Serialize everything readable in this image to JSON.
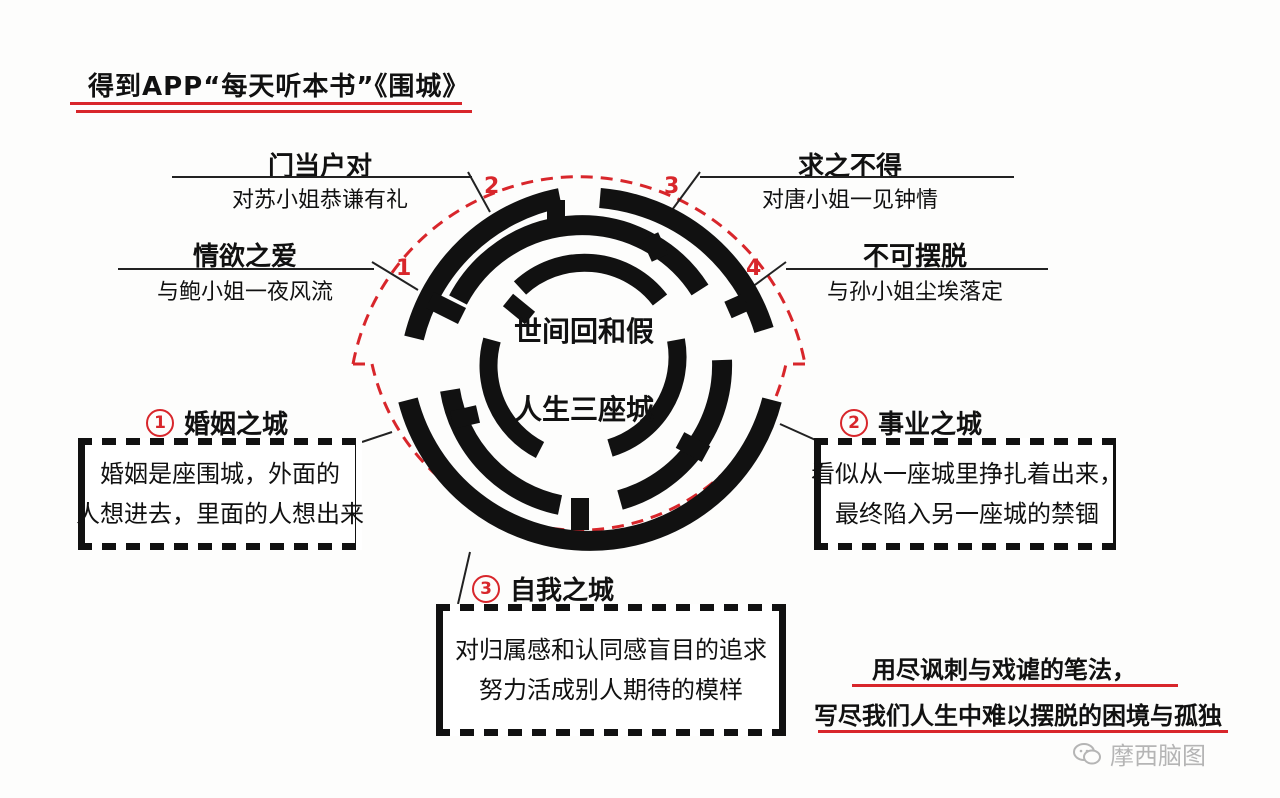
{
  "title": "得到APP“每天听本书”《围城》",
  "center": {
    "line1": "世间回和假",
    "line2": "人生三座城"
  },
  "topics": [
    {
      "num": "1",
      "name": "情欲之爱",
      "desc": "与鲍小姐一夜风流"
    },
    {
      "num": "2",
      "name": "门当户对",
      "desc": "对苏小姐恭谦有礼"
    },
    {
      "num": "3",
      "name": "求之不得",
      "desc": "对唐小姐一见钟情"
    },
    {
      "num": "4",
      "name": "不可摆脱",
      "desc": "与孙小姐尘埃落定"
    }
  ],
  "cities": [
    {
      "num": "1",
      "title": "婚姻之城",
      "lines": [
        "婚姻是座围城，外面的",
        "人想进去，里面的人想出来"
      ]
    },
    {
      "num": "2",
      "title": "事业之城",
      "lines": [
        "看似从一座城里挣扎着出来，",
        "最终陷入另一座城的禁锢"
      ]
    },
    {
      "num": "3",
      "title": "自我之城",
      "lines": [
        "对归属感和认同感盲目的追求",
        "努力活成别人期待的模样"
      ]
    }
  ],
  "quote": {
    "line1": "用尽讽刺与戏谑的笔法，",
    "line2": "写尽我们人生中难以摆脱的困境与孤独"
  },
  "watermark": {
    "text": "摩西脑图",
    "icon": "wechat-icon"
  },
  "colors": {
    "accent": "#d8262b",
    "ink": "#111111"
  }
}
